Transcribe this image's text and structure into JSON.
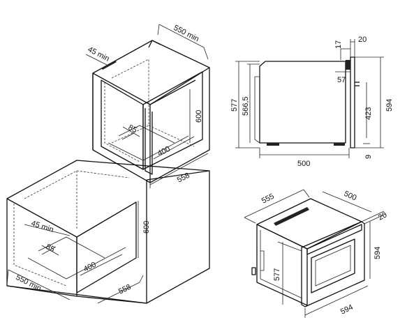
{
  "top_cabinet": {
    "depth_min": "550 min",
    "gap_min": "45 min",
    "height": "600",
    "width": "558",
    "inner_depth": "400",
    "vent": "85"
  },
  "bottom_cabinet": {
    "depth_min": "550 min",
    "gap_min": "45 min",
    "height": "600",
    "width": "558",
    "inner_depth": "400",
    "vent": "85"
  },
  "side_view": {
    "overall_height": "577",
    "body_height": "566,5",
    "front_height": "594",
    "depth": "500",
    "panel_thickness": "20",
    "offset_top": "17",
    "offset_small": "57",
    "upper_height": "423",
    "bottom_gap": "9"
  },
  "iso_view": {
    "depth": "555",
    "depth_rear": "500",
    "front_thickness": "20",
    "height": "594",
    "body_height": "577",
    "width": "594"
  }
}
